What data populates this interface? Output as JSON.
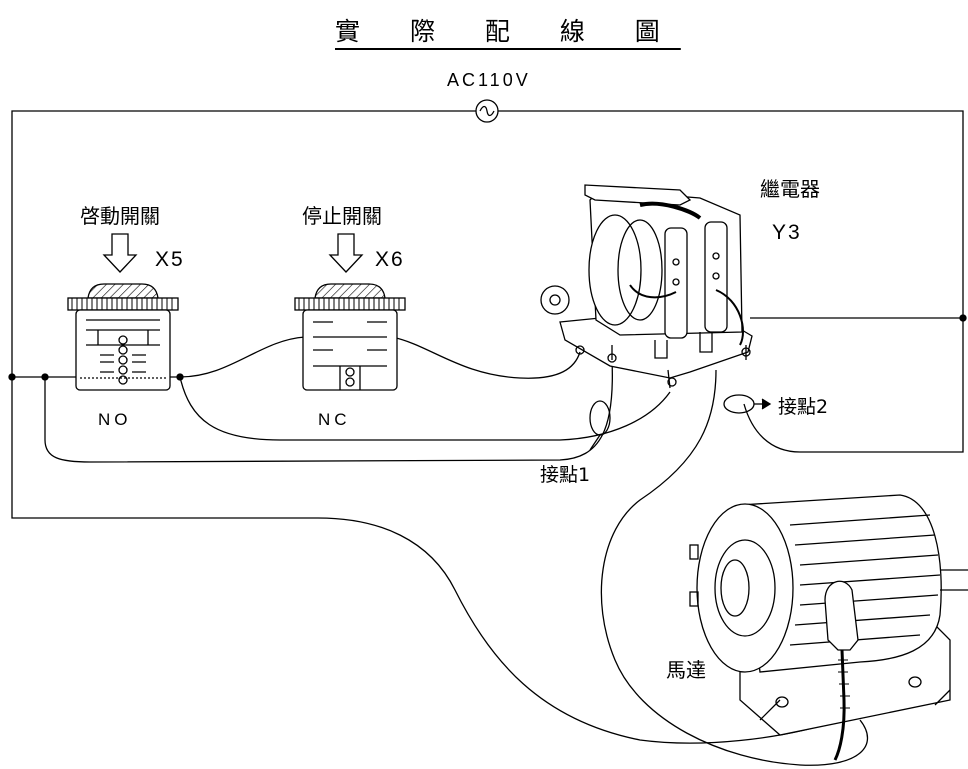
{
  "title": "實 際 配 線 圖",
  "supply": {
    "label": "AC110V",
    "symbol": "~"
  },
  "start_switch": {
    "name": "啓動開關",
    "input": "X5",
    "contact": "NO"
  },
  "stop_switch": {
    "name": "停止開關",
    "input": "X6",
    "contact": "NC"
  },
  "relay": {
    "name": "繼電器",
    "output": "Y3"
  },
  "contact1": {
    "label": "接點1"
  },
  "contact2": {
    "label": "接點2"
  },
  "motor": {
    "name": "馬達"
  },
  "colors": {
    "line": "#000000",
    "background": "#ffffff"
  }
}
